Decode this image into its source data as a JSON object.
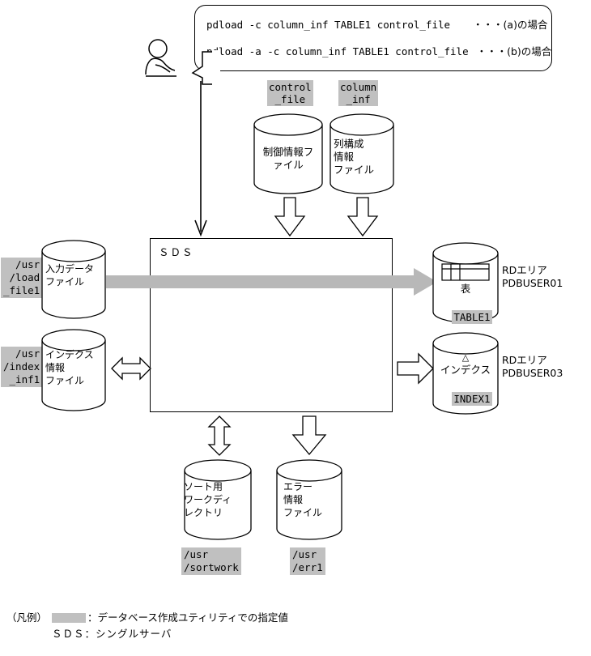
{
  "speech_bubble": {
    "lines": [
      {
        "command": "pdload -c column_inf TABLE1 control_file",
        "note": "・・・(a)の場合"
      },
      {
        "command": "pdload -a -c column_inf TABLE1 control_file",
        "note": "・・・(b)の場合"
      }
    ]
  },
  "top_files": {
    "control_file": {
      "label": "control\n_file",
      "caption": "制御情報フ\nァイル"
    },
    "column_inf": {
      "label": "column\n_inf",
      "caption": "列構成\n情報\nファイル"
    }
  },
  "sds": {
    "label": "ＳＤＳ"
  },
  "left_files": {
    "input_data": {
      "path": "/usr\n/load\n_file1",
      "caption": "入力データ\nファイル"
    },
    "index_info": {
      "path": "/usr\n/index\n_inf1",
      "caption": "インデクス\n情報\nファイル"
    }
  },
  "right_areas": {
    "table": {
      "kind": "表",
      "name": "TABLE1",
      "rd_area": "RDエリア\nPDBUSER01"
    },
    "index": {
      "glyph": "△",
      "kind": "インデクス",
      "name": "INDEX1",
      "rd_area": "RDエリア\nPDBUSER03"
    }
  },
  "bottom_files": {
    "sort_work": {
      "caption": "ソート用\nワークディ\nレクトリ",
      "path": "/usr\n/sortwork"
    },
    "error_info": {
      "caption": "エラー\n情報\nファイル",
      "path": "/usr\n/err1"
    }
  },
  "legend": {
    "title": "（凡例）",
    "swatch_text": "：データベース作成ユティリティでの指定値",
    "sds_text": "ＳＤＳ：シングルサーバ"
  },
  "colors": {
    "highlight": "#c0c0c0",
    "line": "#000000",
    "background": "#ffffff"
  }
}
